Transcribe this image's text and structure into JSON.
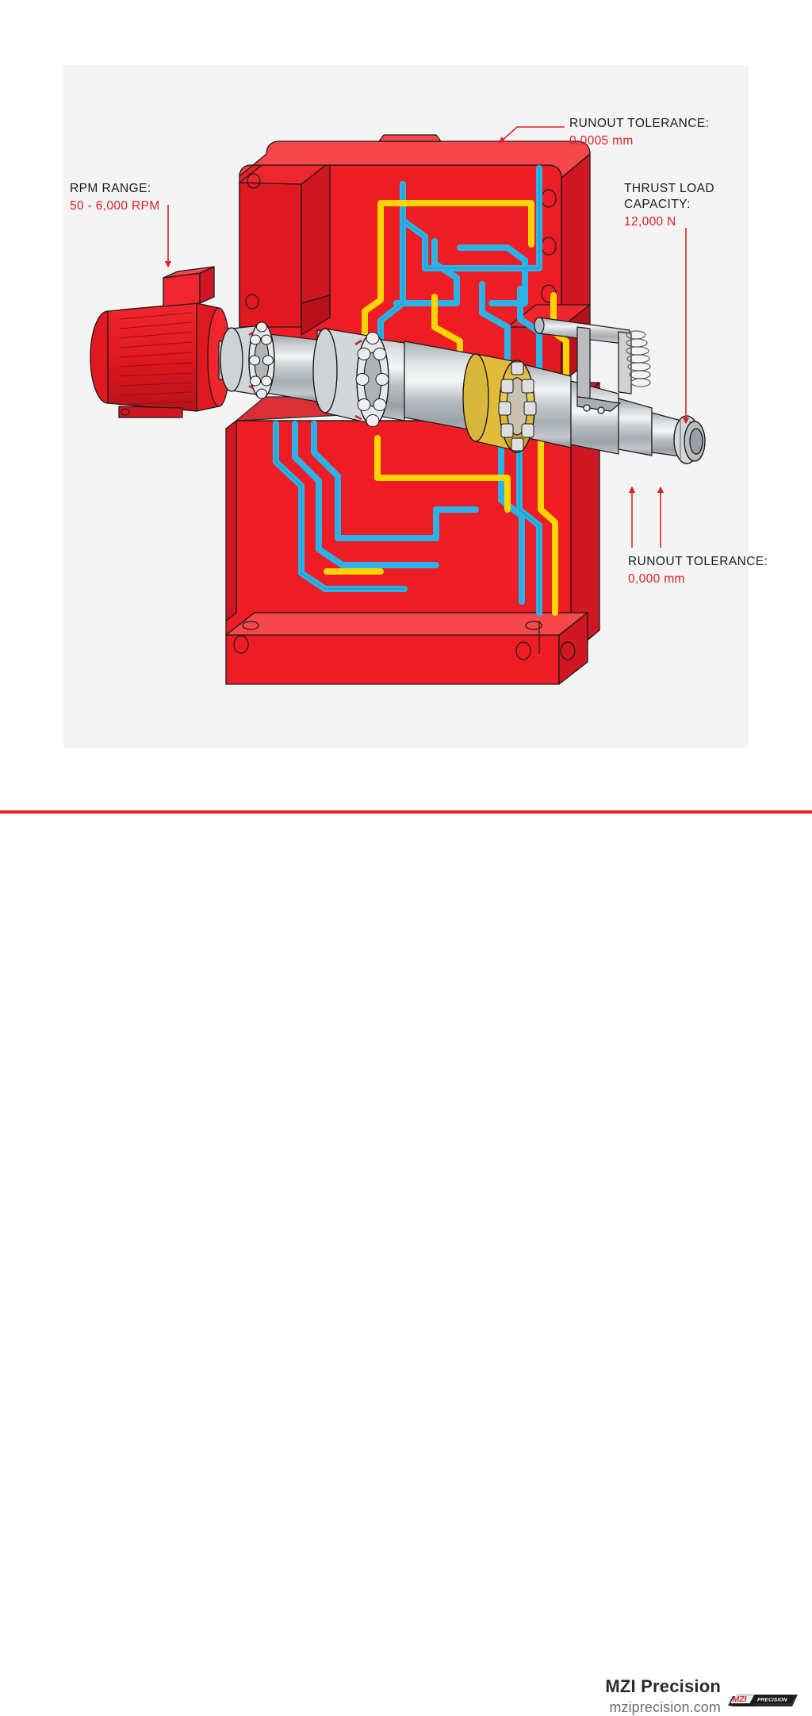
{
  "document": {
    "type": "technical-cutaway-illustration",
    "subject": "Precision machine tool spindle cartridge cutaway",
    "background": "#ffffff",
    "panel_background": "#f4f4f4"
  },
  "callouts": [
    {
      "id": "rpm-range",
      "title": "RPM RANGE:",
      "value": "50 - 6,000 RPM",
      "arrow": "down",
      "points_at": "electric drive motor"
    },
    {
      "id": "runout-tolerance-top",
      "title": "RUNOUT TOLERANCE:",
      "value": "0.0005 mm",
      "arrow": "elbow-down-left",
      "points_at": "upper spindle housing"
    },
    {
      "id": "thrust-load-capacity",
      "title": "THRUST LOAD\nCAPACITY:",
      "value": "12,000 N",
      "arrow": "down",
      "points_at": "spindle nose / tool holder"
    },
    {
      "id": "runout-tolerance-bottom",
      "title": "RUNOUT TOLERANCE:",
      "value": "0,000 mm",
      "arrow": "double-up",
      "points_at": "spindle nose bearings"
    }
  ],
  "colors": {
    "housing_red": "#ee1c25",
    "housing_red_dark": "#cf1622",
    "housing_red_shade": "#d81a23",
    "coolant_blue": "#2bb3e8",
    "lube_yellow": "#ffd400",
    "bearing_brass": "#e8c34a",
    "steel_light": "#e2e4e6",
    "steel_mid": "#b9bdc1",
    "steel_dark": "#8d9297",
    "outline": "#1a1a1a",
    "accent_red": "#e3202a",
    "label_text": "#1c1c1c",
    "value_text": "#e02027",
    "footer_name": "#2a2a2a",
    "footer_url": "#6d6d6d"
  },
  "footer": {
    "brand_name": "MZI Precision",
    "website": "mziprecision.com",
    "divider_color": "#e3202a",
    "logo": {
      "mark_text": "MZI",
      "banner_text": "PRECISION",
      "mark_color": "#e3202a",
      "banner_color": "#1a1a1a"
    }
  },
  "components": [
    {
      "name": "drive-motor",
      "description": "Finned red electric motor with terminal box"
    },
    {
      "name": "spindle-shaft",
      "description": "Polished steel stepped shaft"
    },
    {
      "name": "ball-bearing-front",
      "description": "Angular contact ball bearing set"
    },
    {
      "name": "ball-bearing-mid",
      "description": "Angular contact ball bearing set"
    },
    {
      "name": "roller-bearing-brass",
      "description": "Cylindrical roller bearing with brass cage"
    },
    {
      "name": "tool-holder-collet",
      "description": "Collet / tool holder at spindle nose"
    },
    {
      "name": "draw-bar-lever",
      "description": "Draw-bar release lever with coil spring"
    },
    {
      "name": "housing-upper",
      "description": "Cast red upper housing block, cutaway"
    },
    {
      "name": "housing-lower",
      "description": "Cast red lower housing block with mounting base"
    },
    {
      "name": "coolant-channels",
      "description": "Blue internal coolant galleries"
    },
    {
      "name": "lubrication-channels",
      "description": "Yellow internal lubrication galleries"
    }
  ]
}
